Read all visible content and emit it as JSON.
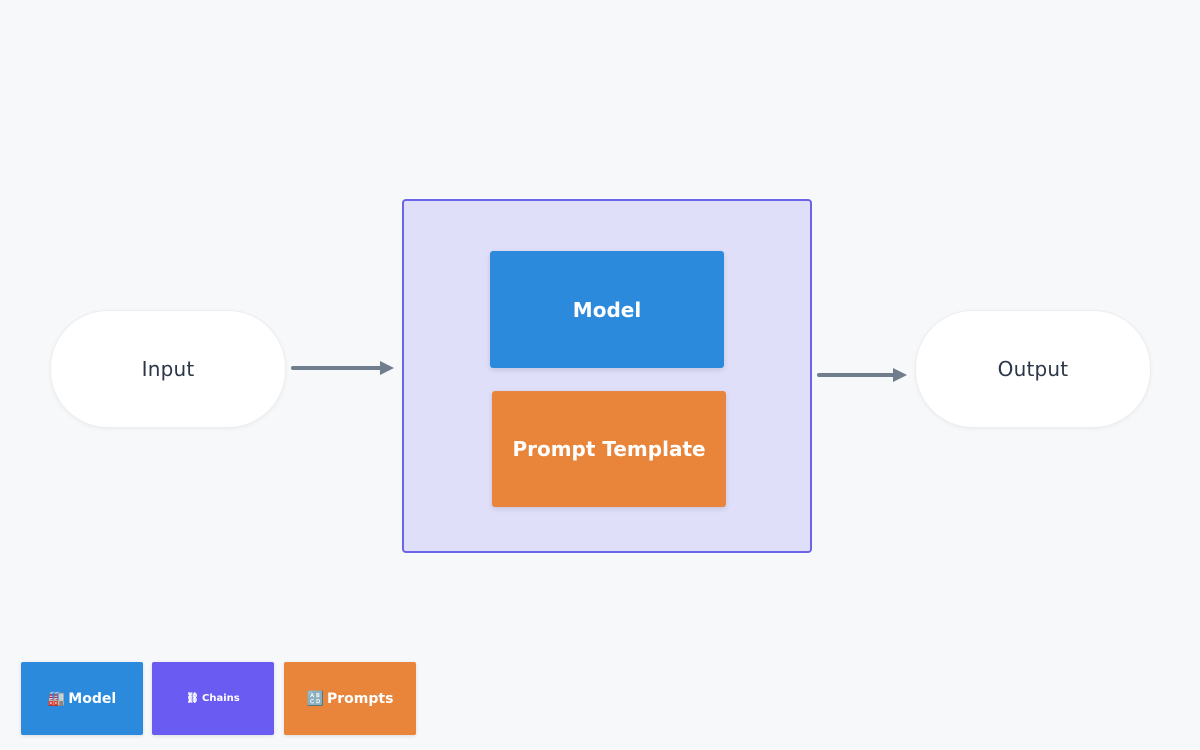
{
  "nodes": {
    "input": "Input",
    "output": "Output",
    "model": "Model",
    "prompt_template": "Prompt Template"
  },
  "legend": {
    "model": {
      "icon": "🏭",
      "label": "Model"
    },
    "chains": {
      "icon": "⛓",
      "label": "Chains"
    },
    "prompts": {
      "icon": "🔠",
      "label": "Prompts"
    }
  },
  "colors": {
    "background": "#f7f8fa",
    "model": "#2b8adb",
    "chains": "#6a5cf2",
    "prompts": "#e8853a",
    "container_fill": "#e0dffa",
    "container_border": "#6b63e8",
    "arrow": "#6f7d8c"
  }
}
